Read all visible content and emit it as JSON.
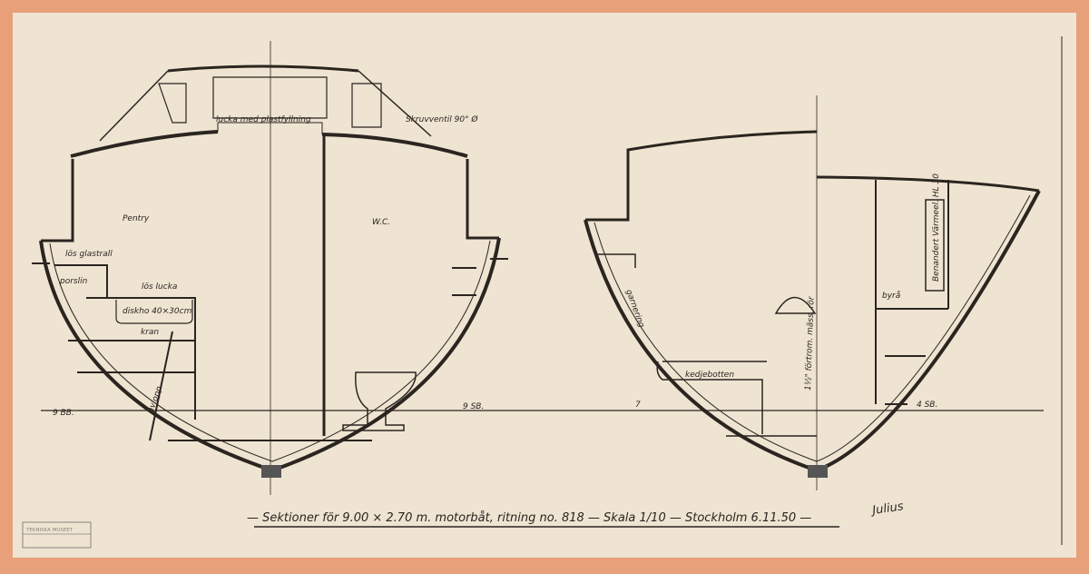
{
  "drawing": {
    "title": "— Sektioner för 9.00 × 2.70 m. motorbåt, ritning no. 818 — Skala 1/10 — Stockholm 6.11.50 —",
    "signature": "Julius",
    "stamp": "TEKNISKA MUSEET"
  },
  "left_section": {
    "labels": {
      "hatch": "lucka med plastfyllning",
      "valve": "Skruvventil 90° Ø",
      "pantry": "Pentry",
      "rail": "lös glastrall",
      "porcelain": "porslin",
      "hatch_loose": "lös lucka",
      "sink": "diskho 40×30cm",
      "tap": "kran",
      "drain": "avlopp",
      "wc": "W.C.",
      "port_waterline": "9 BB.",
      "stbd_waterline": "9 SB."
    }
  },
  "right_section": {
    "labels": {
      "station": "7",
      "lining": "garnering",
      "chain_locker": "kedjebotten",
      "pipe": "1½\" förtrom. mäss. rör",
      "heater": "Benandert Värmeel. HL 30",
      "dresser": "byrå",
      "stbd_waterline": "4 SB."
    }
  }
}
